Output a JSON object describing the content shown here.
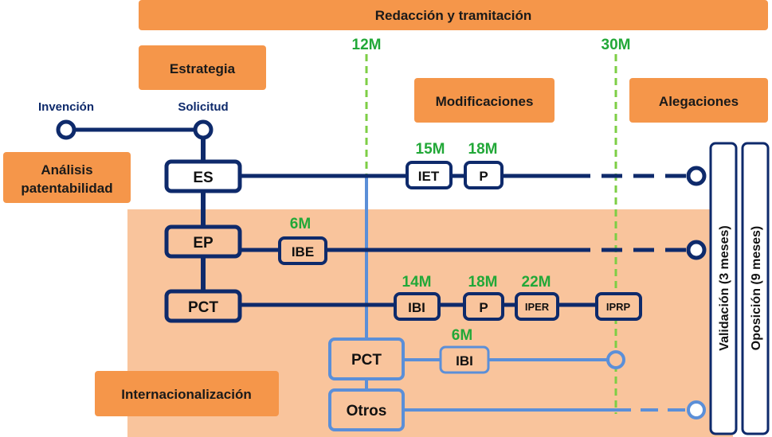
{
  "banner": "Redacción y tramitación",
  "timelines": {
    "m12": "12M",
    "m30": "30M"
  },
  "phases": {
    "estrategia": "Estrategia",
    "modificaciones": "Modificaciones",
    "alegaciones": "Alegaciones",
    "analisis": [
      "Análisis",
      "patentabilidad"
    ],
    "internacionalizacion": "Internacionalización"
  },
  "points": {
    "invencion": "Invención",
    "solicitud": "Solicitud"
  },
  "filings": {
    "es": "ES",
    "ep": "EP",
    "pct": "PCT",
    "pct2": "PCT",
    "otros": "Otros"
  },
  "events": {
    "es_iet": {
      "month": "15M",
      "label": "IET"
    },
    "es_p": {
      "month": "18M",
      "label": "P"
    },
    "ep_ibe": {
      "month": "6M",
      "label": "IBE"
    },
    "pct_ibi": {
      "month": "14M",
      "label": "IBI"
    },
    "pct_p": {
      "month": "18M",
      "label": "P"
    },
    "pct_iper": {
      "month": "22M",
      "label": "IPER"
    },
    "pct_iprp": {
      "label": "IPRP"
    },
    "pct2_ibi": {
      "month": "6M",
      "label": "IBI"
    }
  },
  "outcomes": {
    "validacion": "Validación (3 meses)",
    "oposicion": "Oposición (9 meses)"
  },
  "colors": {
    "navy": "#0e2a6b",
    "orange": "#f5964a",
    "lightorange": "#f9c49c",
    "blue": "#5b8fd8",
    "green": "#7dce45",
    "greentext": "#22a838"
  }
}
